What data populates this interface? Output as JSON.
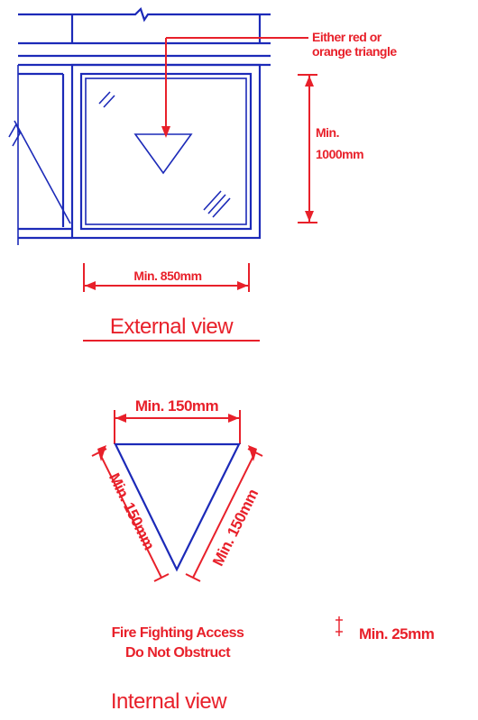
{
  "external": {
    "callout": [
      "Either red or",
      "orange triangle"
    ],
    "height_dim": [
      "Min.",
      "1000mm"
    ],
    "width_dim": "Min. 850mm",
    "caption": "External view"
  },
  "internal": {
    "top_dim": "Min. 150mm",
    "left_dim": "Min. 150mm",
    "right_dim": "Min. 150mm",
    "notice": [
      "Fire Fighting Access",
      "Do Not Obstruct"
    ],
    "thickness_dim": "Min. 25mm",
    "caption": "Internal view"
  },
  "colors": {
    "frame": "#1c2ab8",
    "annotation": "#e8202a"
  }
}
